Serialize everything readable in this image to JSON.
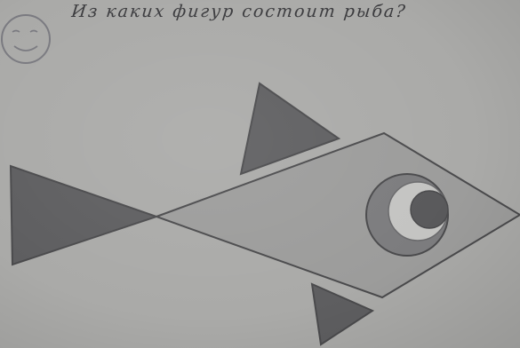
{
  "worksheet": {
    "question": "Из каких фигур состоит рыба?"
  },
  "colors": {
    "paper": "#aaaaa8",
    "triangle_fill": "#5e5e60",
    "rhombus_fill": "#9c9c9b",
    "outline": "#4a4a4c",
    "eye_outer": "#7c7c7e",
    "eye_crescent": "#c4c4c2",
    "pupil": "#59595b"
  },
  "icons": {
    "smiley": "smiley-face-icon"
  },
  "figure": {
    "shapes": [
      "triangle",
      "triangle",
      "triangle",
      "rhombus",
      "circle",
      "circle",
      "circle"
    ]
  }
}
